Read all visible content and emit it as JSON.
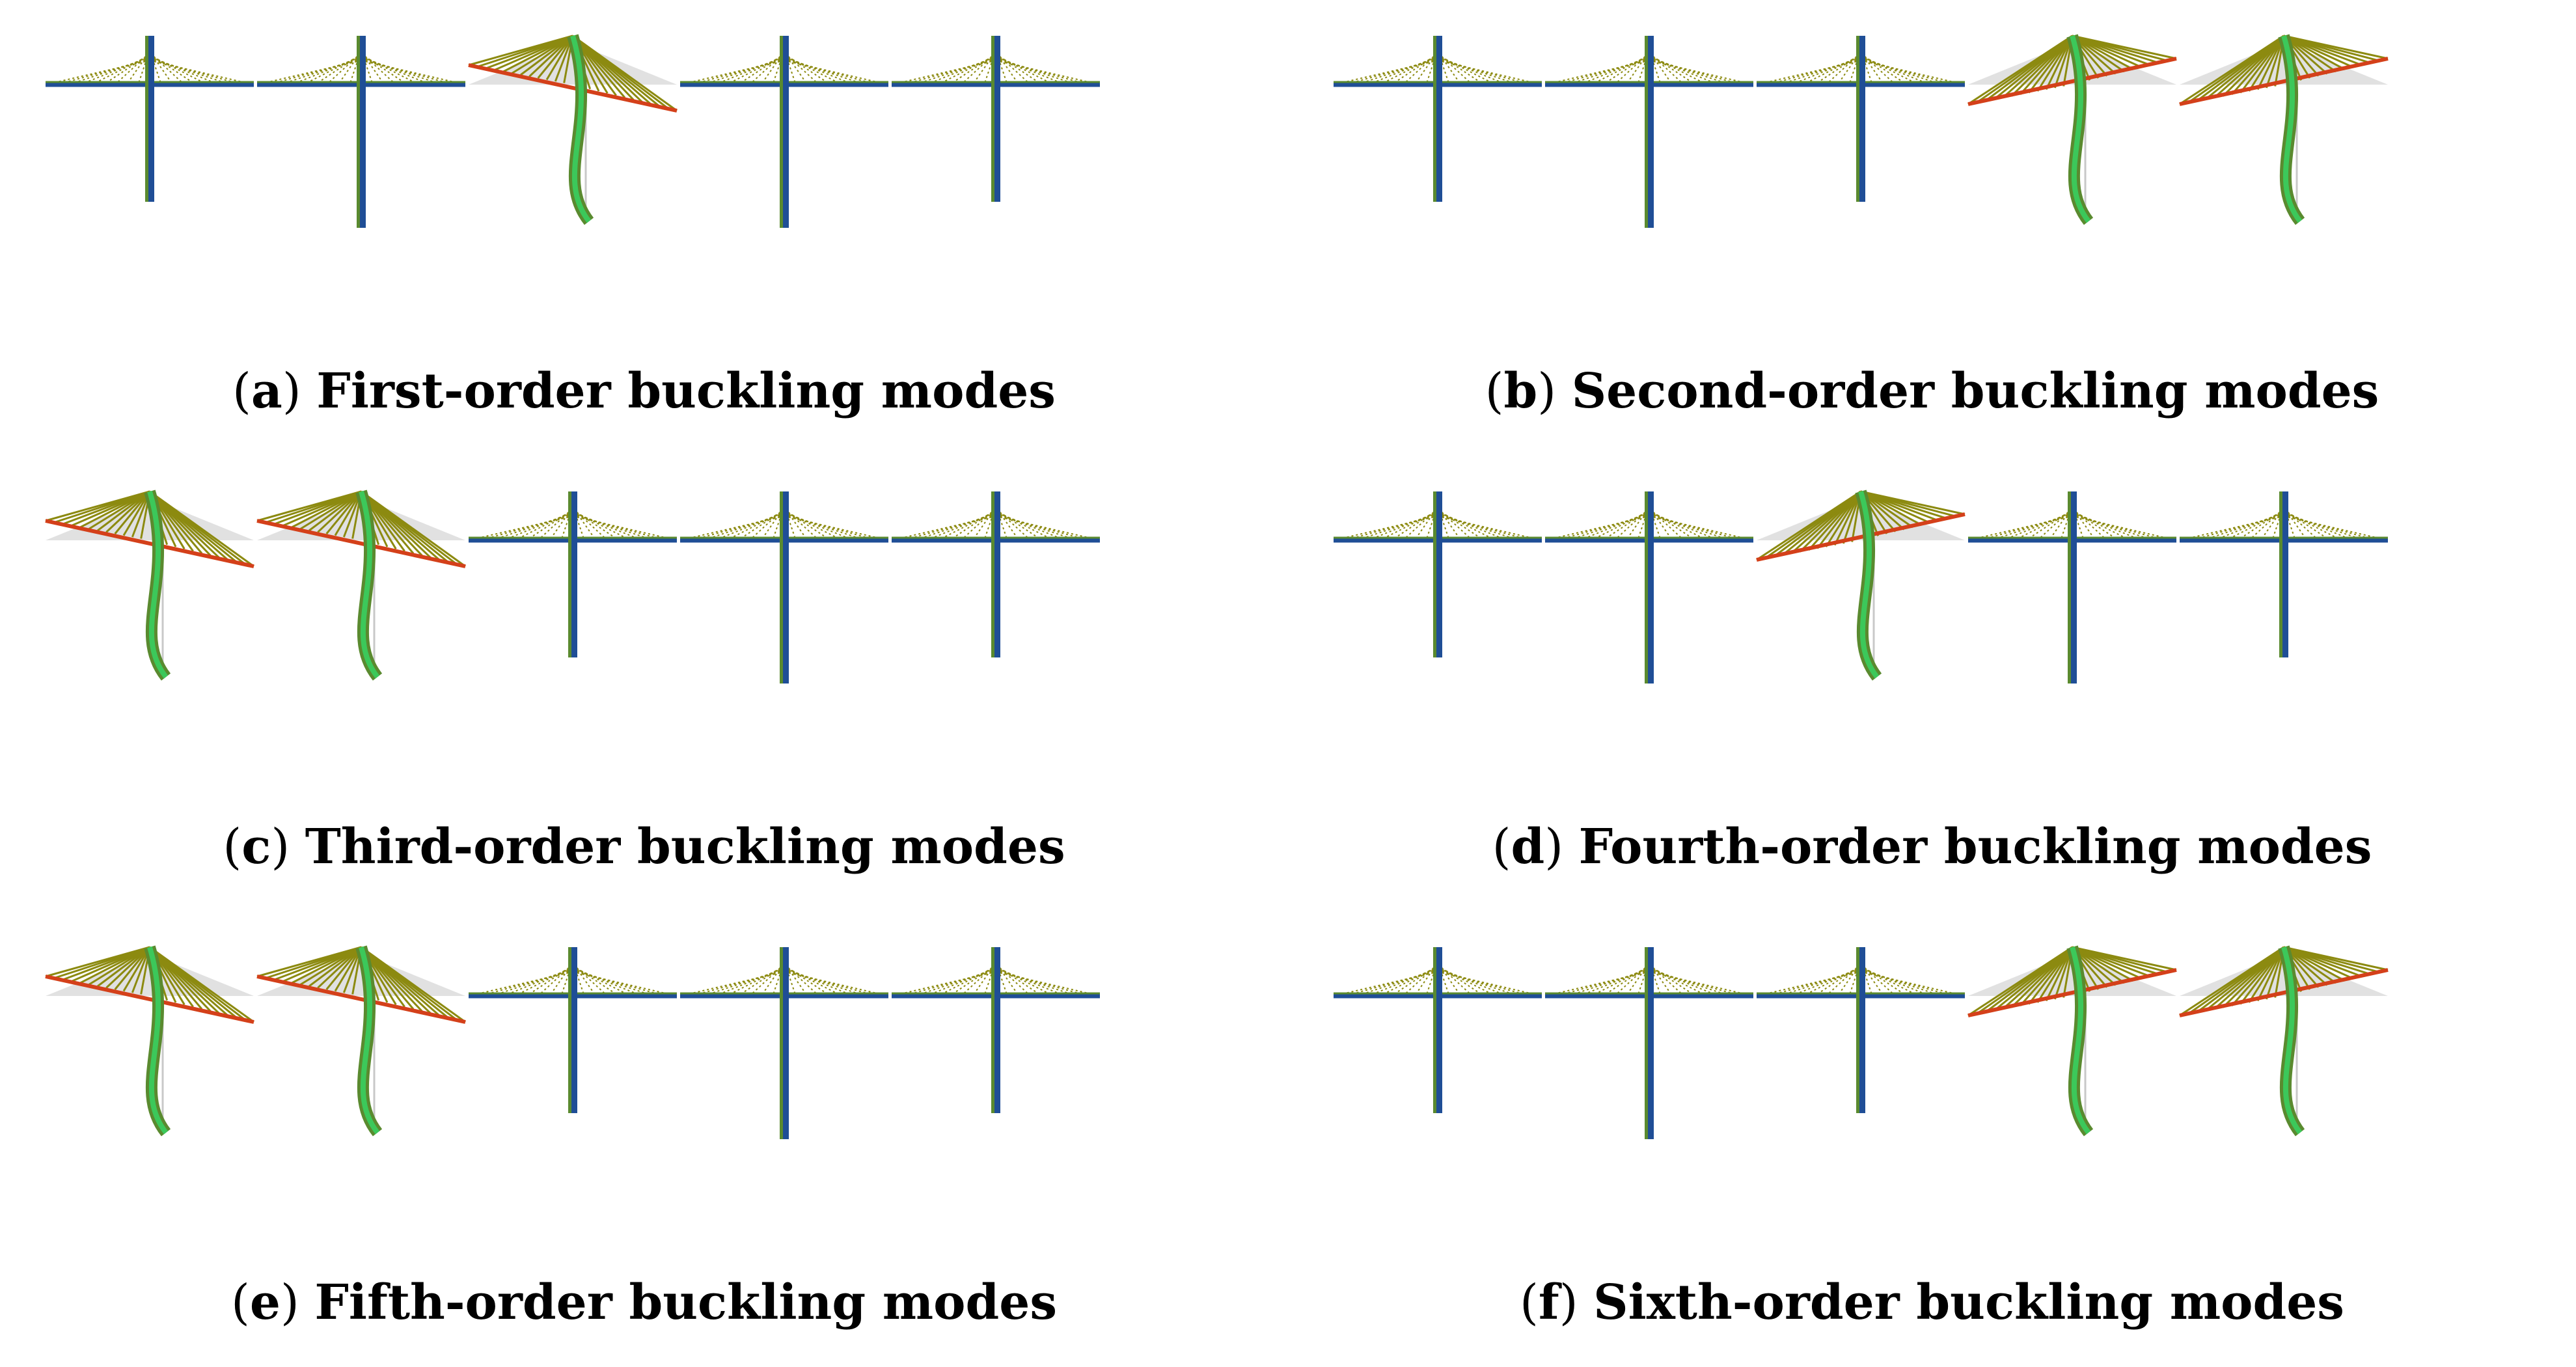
{
  "figure": {
    "panels": [
      {
        "letter": "a",
        "title": "First-order buckling modes",
        "deformed_towers": [
          3
        ]
      },
      {
        "letter": "b",
        "title": "Second-order buckling modes",
        "deformed_towers": [
          4,
          5
        ]
      },
      {
        "letter": "c",
        "title": "Third-order buckling modes",
        "deformed_towers": [
          1,
          2
        ]
      },
      {
        "letter": "d",
        "title": "Fourth-order buckling modes",
        "deformed_towers": [
          3
        ]
      },
      {
        "letter": "e",
        "title": "Fifth-order buckling modes",
        "deformed_towers": [
          1,
          2
        ]
      },
      {
        "letter": "f",
        "title": "Sixth-order buckling modes",
        "deformed_towers": [
          4,
          5
        ]
      }
    ],
    "colors": {
      "deck": "#1f4e96",
      "tower": "#5a8a2f",
      "cable": "#8c8a10",
      "ghost": "#c8c8c8",
      "deformed_hot": "#d4401a",
      "deformed_mid": "#3cc85a"
    }
  }
}
